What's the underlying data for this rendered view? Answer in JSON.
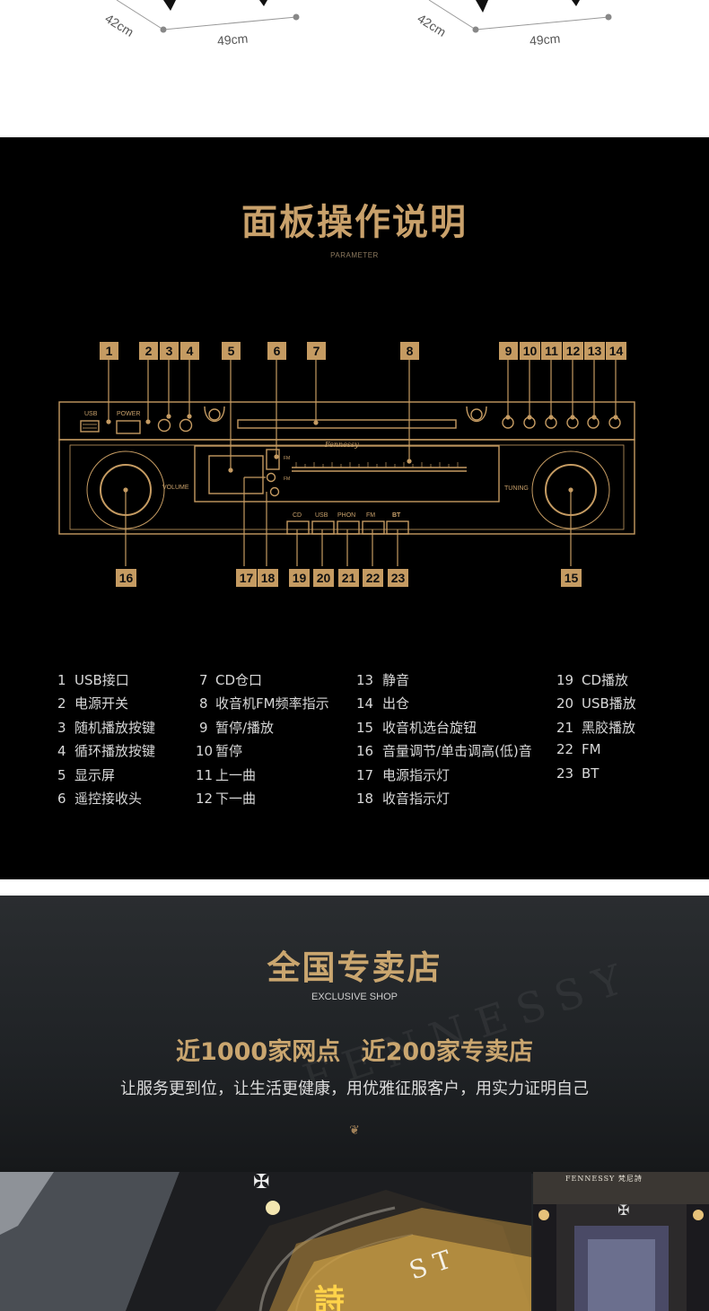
{
  "dimensions": {
    "left": {
      "depth": "42cm",
      "width": "49cm"
    },
    "right": {
      "depth": "42cm",
      "width": "49cm"
    }
  },
  "panel": {
    "title": "面板操作说明",
    "subtitle": "PARAMETER",
    "device_labels": {
      "usb": "USB",
      "power": "POWER",
      "brand": "Fennessy",
      "volume": "VOLUME",
      "tuning": "TUNING",
      "fm_small": "FM",
      "fm_small2": "FM",
      "src_cd": "CD",
      "src_usb": "USB",
      "src_phon": "PHON",
      "src_fm": "FM",
      "src_bt": "BT"
    },
    "callouts": {
      "n1": "1",
      "n2": "2",
      "n3": "3",
      "n4": "4",
      "n5": "5",
      "n6": "6",
      "n7": "7",
      "n8": "8",
      "n9": "9",
      "n10": "10",
      "n11": "11",
      "n12": "12",
      "n13": "13",
      "n14": "14",
      "n15": "15",
      "n16": "16",
      "n17": "17",
      "n18": "18",
      "n19": "19",
      "n20": "20",
      "n21": "21",
      "n22": "22",
      "n23": "23"
    },
    "legend": {
      "col1": [
        {
          "num": "1",
          "text": "USB接口"
        },
        {
          "num": "2",
          "text": "电源开关"
        },
        {
          "num": "3",
          "text": "随机播放按键"
        },
        {
          "num": "4",
          "text": "循环播放按键"
        },
        {
          "num": "5",
          "text": "显示屏"
        },
        {
          "num": "6",
          "text": "遥控接收头"
        }
      ],
      "col2": [
        {
          "num": "7",
          "text": "CD仓口"
        },
        {
          "num": "8",
          "text": "收音机FM频率指示"
        },
        {
          "num": "9",
          "text": "暂停/播放"
        },
        {
          "num": "10",
          "text": "暂停"
        },
        {
          "num": "11",
          "text": "上一曲"
        },
        {
          "num": "12",
          "text": "下一曲"
        }
      ],
      "col3": [
        {
          "num": "13",
          "text": "静音"
        },
        {
          "num": "14",
          "text": "出仓"
        },
        {
          "num": "15",
          "text": "收音机选台旋钮"
        },
        {
          "num": "16",
          "text": "音量调节/单击调高(低)音"
        },
        {
          "num": "17",
          "text": "电源指示灯"
        },
        {
          "num": "18",
          "text": "收音指示灯"
        }
      ],
      "col4": [
        {
          "num": "19",
          "text": "CD播放"
        },
        {
          "num": "20",
          "text": "USB播放"
        },
        {
          "num": "21",
          "text": "黑胶播放"
        },
        {
          "num": "22",
          "text": "FM"
        },
        {
          "num": "23",
          "text": "BT"
        }
      ]
    },
    "accent_color": "#c59b62"
  },
  "shop": {
    "title": "全国专卖店",
    "subtitle": "EXCLUSIVE SHOP",
    "headline": "近1000家网点  近200家专卖店",
    "slogan": "让服务更到位，让生活更健康，用优雅征服客户，用实力证明自己",
    "ornament": "❦",
    "watermark": "FENNESSY",
    "storefront_sign": "FENNESSY 梵尼詩",
    "accent_color": "#caa66f"
  }
}
